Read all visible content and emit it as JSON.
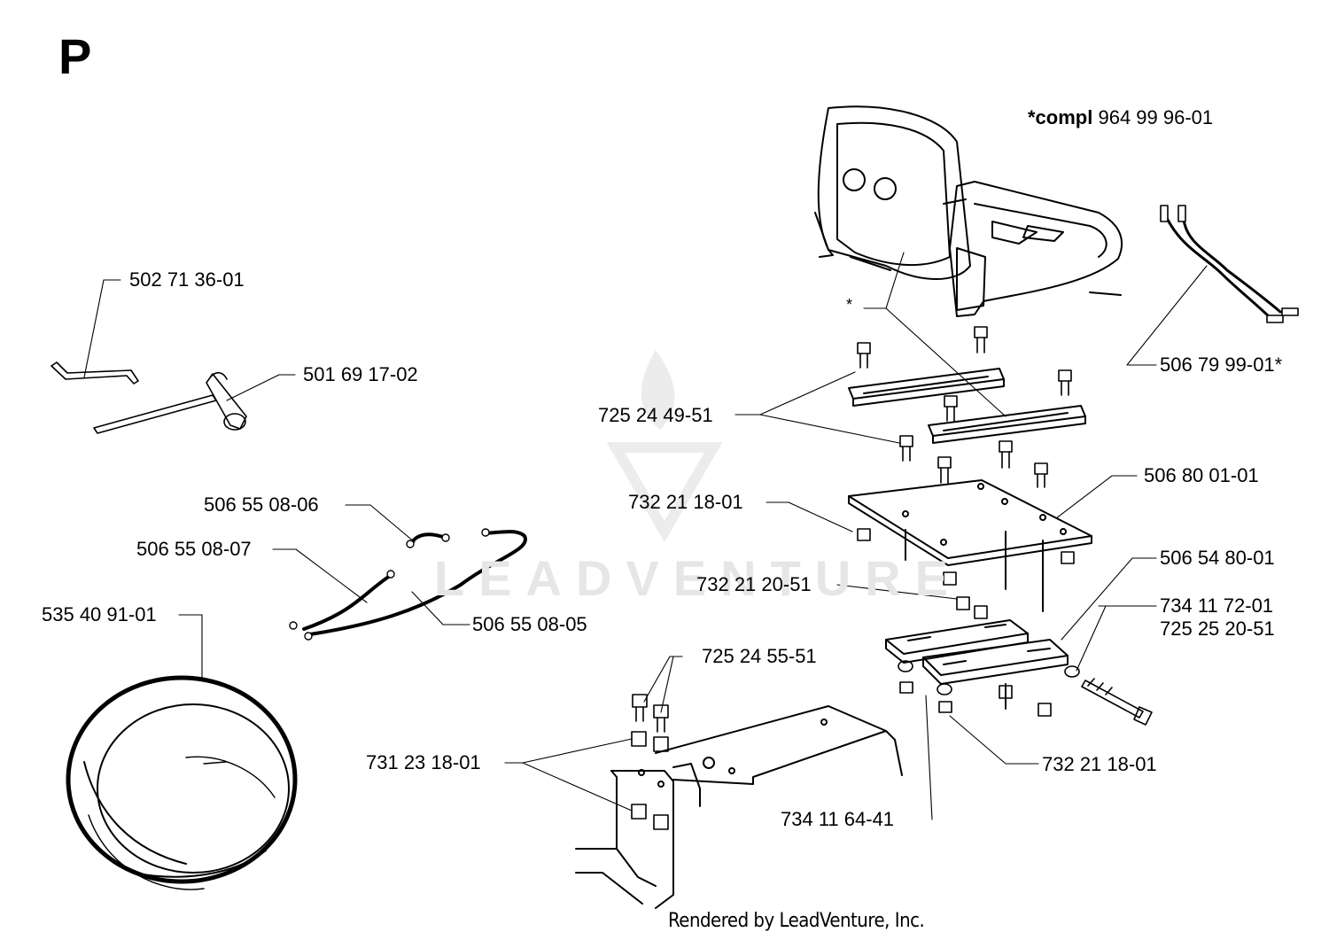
{
  "page_letter": "P",
  "compl": {
    "prefix": "*compl",
    "number": "964 99 96-01"
  },
  "asterisk": "*",
  "footer": "Rendered by LeadVenture, Inc.",
  "watermark": "LEADVENTURE",
  "labels": {
    "l1": "502 71 36-01",
    "l2": "501 69 17-02",
    "l3": "506 55 08-06",
    "l4": "506 55 08-07",
    "l5": "506 55 08-05",
    "l6": "535 40 91-01",
    "l7": "725 24 49-51",
    "l8": "732 21 18-01",
    "l9": "732 21 20-51",
    "l10": "725 24 55-51",
    "l11": "731 23 18-01",
    "l12": "506 79 99-01*",
    "l13": "506 80 01-01",
    "l14": "506 54 80-01",
    "l15": "734 11 72-01",
    "l16": "725 25 20-51",
    "l17": "732 21 18-01",
    "l18": "734 11 64-41"
  }
}
